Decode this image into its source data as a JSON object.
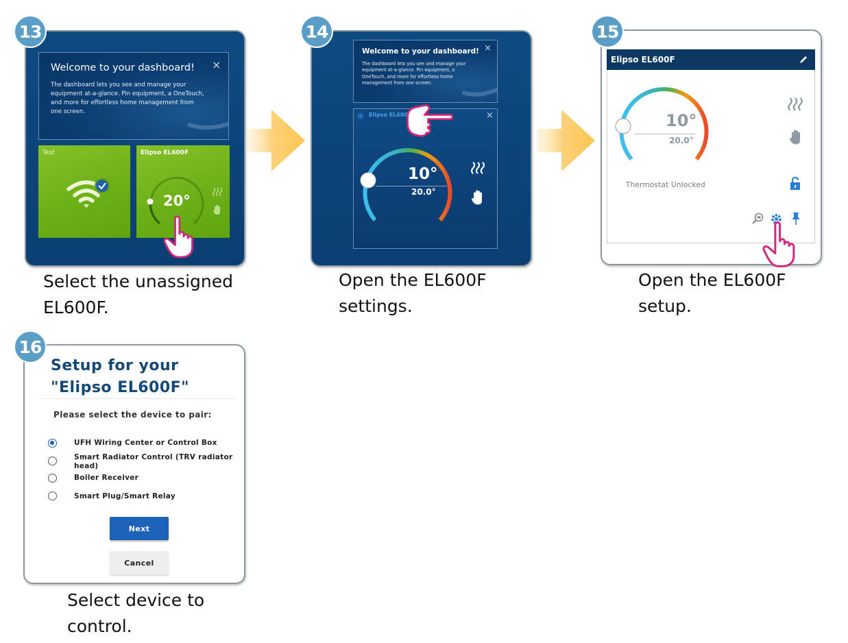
{
  "steps": [
    {
      "number": "13",
      "caption_line1": "Select the unassigned",
      "caption_line2": "EL600F.",
      "welcome": {
        "title": "Welcome to your dashboard!",
        "body": "The dashboard lets you see and manage your equipment at-a-glance. Pin equipment, a OneTouch, and more for effortless home management from one screen.",
        "close_icon": "×"
      },
      "tiles": [
        {
          "name": "Test",
          "icon": "wifi-icon",
          "badge": "check-icon"
        },
        {
          "name": "Elipso EL600F",
          "temperature": "20°",
          "icons": [
            "heat-icon",
            "hand-icon"
          ]
        }
      ]
    },
    {
      "number": "14",
      "caption_line1": "Open the EL600F",
      "caption_line2": "settings.",
      "welcome": {
        "title": "Welcome to your dashboard!",
        "body": "The dashboard lets you see and manage your equipment at-a-glance. Pin equipment, a OneTouch, and more for effortless home management from one screen.",
        "close_icon": "×"
      },
      "device": {
        "name": "Elipso EL600F",
        "close_icon": "×",
        "current_temp": "10°",
        "set_temp": "20.0°"
      }
    },
    {
      "number": "15",
      "caption_line1": "Open the EL600F",
      "caption_line2": "setup.",
      "header_title": "Elipso EL600F",
      "current_temp": "10°",
      "set_temp": "20.0°",
      "lock_status": "Thermostat Unlocked",
      "toolbar_icons": [
        "search-eye-icon",
        "gear-icon",
        "pin-icon"
      ]
    },
    {
      "number": "16",
      "caption_line1": "Select device to",
      "caption_line2": "control.",
      "title_line1": "Setup for your",
      "title_line2": "\"Elipso EL600F\"",
      "subtitle": "Please select the device to pair:",
      "options": [
        {
          "label": "UFH Wiring Center or Control Box",
          "checked": true
        },
        {
          "label": "Smart Radiator Control (TRV radiator head)",
          "checked": false
        },
        {
          "label": "Boiler Receiver",
          "checked": false
        },
        {
          "label": "Smart Plug/Smart Relay",
          "checked": false
        }
      ],
      "next_label": "Next",
      "cancel_label": "Cancel"
    }
  ],
  "colors": {
    "badge": "#5a9ec8",
    "dark_panel": "#0e4a82",
    "tile_green": "#76b81e",
    "header_navy": "#0c3862",
    "primary_button": "#1c62b9",
    "arrow": "#fbc756",
    "pointer_hand": "#d4267a"
  }
}
